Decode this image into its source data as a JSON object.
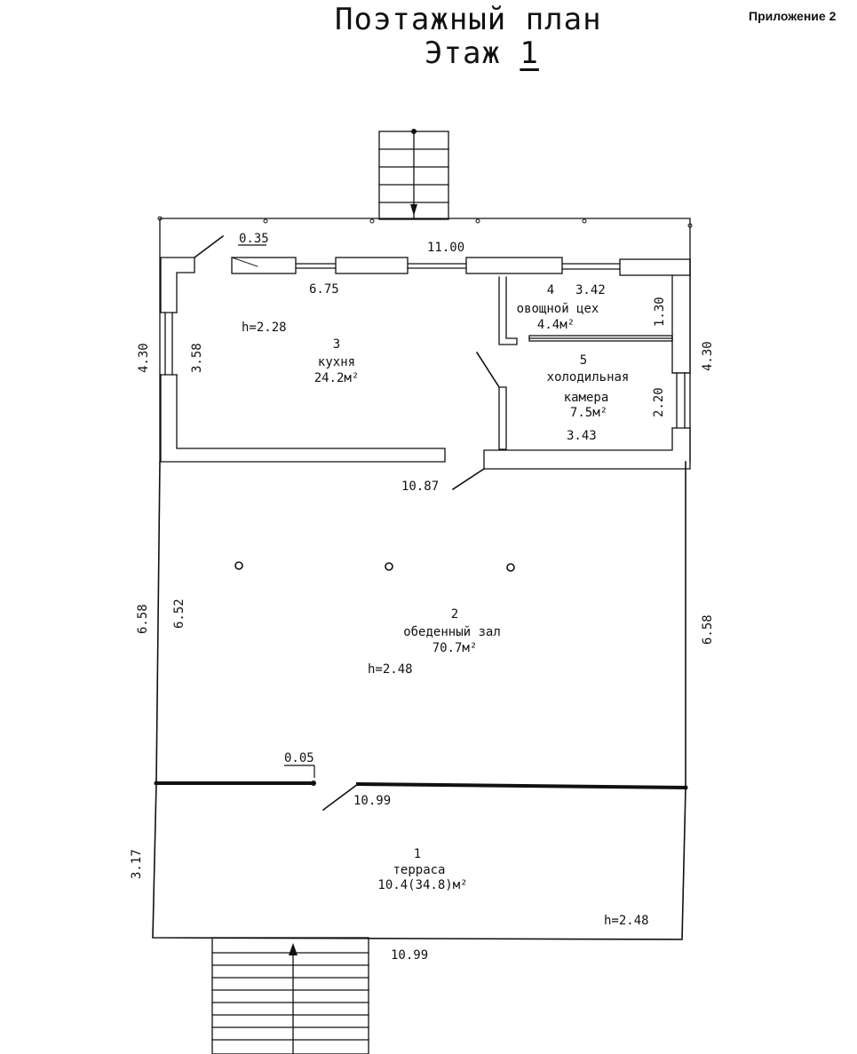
{
  "header": {
    "title": "Поэтажный план",
    "floor_prefix": "Этаж",
    "floor_number": "1",
    "appendix": "Приложение 2"
  },
  "rooms": [
    {
      "id": "1",
      "name": "терраса",
      "area": "10.4(34.8)м²",
      "height": "h=2.48"
    },
    {
      "id": "2",
      "name": "обеденный зал",
      "area": "70.7м²",
      "height": "h=2.48"
    },
    {
      "id": "3",
      "name": "кухня",
      "area": "24.2м²",
      "height": "h=2.28"
    },
    {
      "id": "4",
      "name": "овощной цех",
      "area": "4.4м²"
    },
    {
      "id": "5",
      "name": "холодильная",
      "name2": "камера",
      "area": "7.5м²"
    }
  ],
  "dimensions": {
    "top_width": "11.00",
    "kitchen_wall_thickness": "0.35",
    "kitchen_width": "6.75",
    "kitchen_depth": "3.58",
    "left_outer_top": "4.30",
    "right_outer_top": "4.30",
    "room4_width": "3.42",
    "room4_depth": "1.30",
    "room5_depth": "2.20",
    "room5_width": "3.43",
    "partition_length": "10.87",
    "hall_left_outer": "6.58",
    "hall_left_inner": "6.52",
    "hall_right": "6.58",
    "door_thickness": "0.05",
    "hall_bottom": "10.99",
    "terrace_depth": "3.17",
    "terrace_bottom": "10.99"
  }
}
